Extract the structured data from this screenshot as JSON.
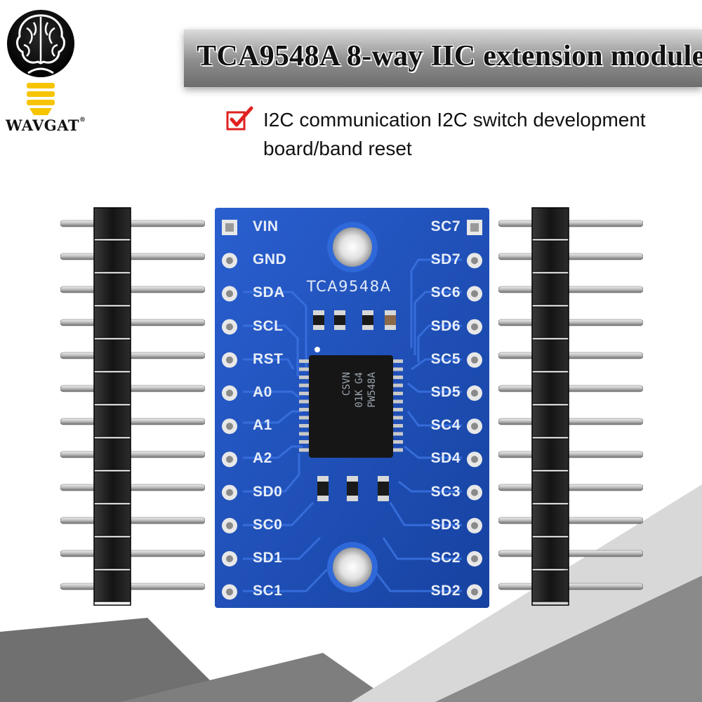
{
  "brand": {
    "name": "WAVGAT",
    "registered_mark": "®"
  },
  "title": "TCA9548A 8-way IIC extension module",
  "subtitle": "I2C communication I2C switch development board/band reset",
  "board": {
    "chip_label": "TCA9548A",
    "chip_marking": [
      "PW548A",
      "01K G4",
      "CSVN"
    ],
    "left_pins": [
      "VIN",
      "GND",
      "SDA",
      "SCL",
      "RST",
      "A0",
      "A1",
      "A2",
      "SD0",
      "SC0",
      "SD1",
      "SC1"
    ],
    "right_pins": [
      "SC7",
      "SD7",
      "SC6",
      "SD6",
      "SC5",
      "SD5",
      "SC4",
      "SD4",
      "SC3",
      "SD3",
      "SC2",
      "SD2"
    ],
    "color": "#1c4fb8"
  },
  "colors": {
    "accent_check": "#e02020",
    "pcb_blue": "#1c4fb8",
    "header_black": "#1a1a1a"
  }
}
